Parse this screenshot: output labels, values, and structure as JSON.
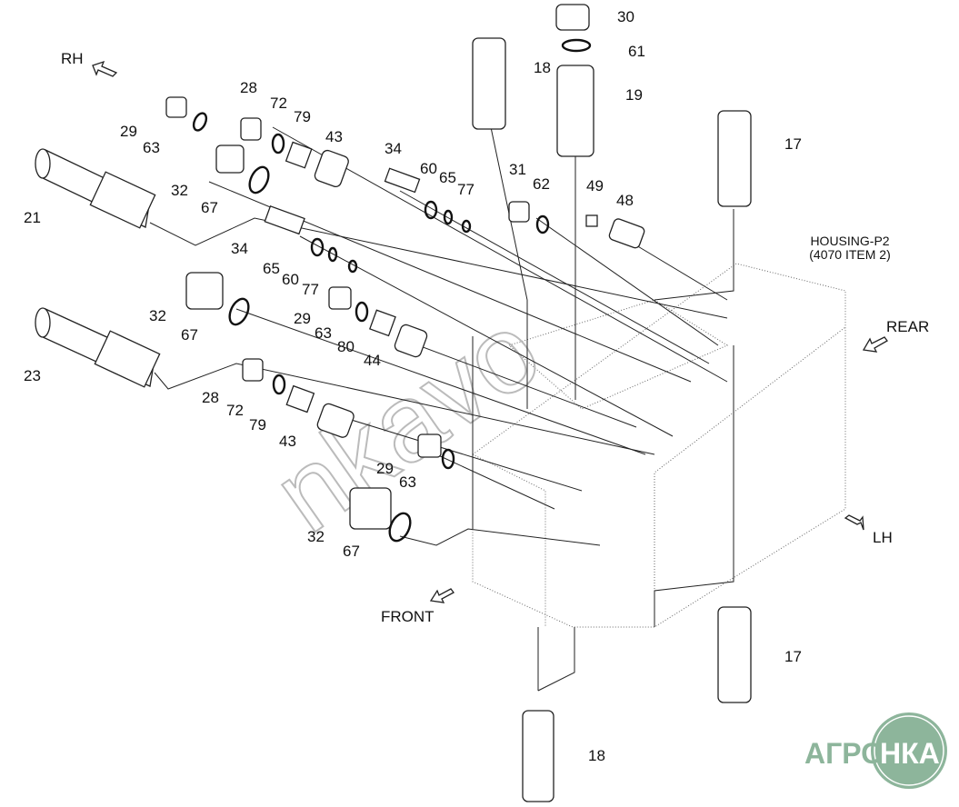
{
  "title": "Control valve housing P2 exploded parts diagram",
  "housing": {
    "line1": "HOUSING-P2",
    "line2": "(4070 ITEM 2)"
  },
  "directions": {
    "rh": "RH",
    "rear": "REAR",
    "lh": "LH",
    "front": "FRONT"
  },
  "labels": [
    "30",
    "61",
    "18",
    "19",
    "17",
    "28",
    "72",
    "79",
    "43",
    "29",
    "63",
    "34",
    "60",
    "65",
    "77",
    "31",
    "62",
    "49",
    "48",
    "32",
    "67",
    "21",
    "34",
    "65",
    "60",
    "77",
    "32",
    "29",
    "63",
    "67",
    "80",
    "44",
    "23",
    "28",
    "72",
    "79",
    "43",
    "29",
    "63",
    "32",
    "67",
    "17",
    "18"
  ],
  "watermark": "nkavo",
  "logo": {
    "text_left": "АГРО",
    "text_right": "НКА",
    "color": "#8db59b"
  }
}
